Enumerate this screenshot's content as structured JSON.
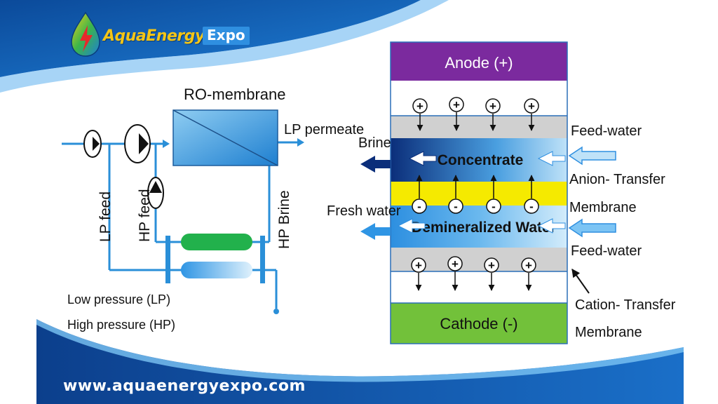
{
  "brand": {
    "name": "AquaEnergy",
    "sub": "Expo"
  },
  "footer": {
    "url": "www.aquaenergyexpo.com"
  },
  "ro": {
    "membrane": "RO-membrane",
    "lp_permeate": "LP permeate",
    "lp_feed": "LP feed",
    "hp_feed": "HP feed",
    "hp_brine": "HP Brine",
    "legend_lp": "Low pressure (LP)",
    "legend_hp": "High pressure (HP)"
  },
  "ed": {
    "anode": "Anode (+)",
    "cathode": "Cathode (-)",
    "concentrate": "Concentrate",
    "demineralized": "Demineralized Water",
    "brine": "Brine",
    "fresh_water": "Fresh water",
    "feed_water_top": "Feed-water",
    "feed_water_bottom": "Feed-water",
    "anion_line1": "Anion- Transfer",
    "anion_line2": "Membrane",
    "cation_line1": "Cation- Transfer",
    "cation_line2": "Membrane",
    "plus": "+",
    "minus": "-"
  },
  "colors": {
    "anode": "#7b2a9e",
    "cathode": "#72c13a",
    "anion_membrane": "#f5ea00",
    "gray_membrane": "#d0d0d0",
    "flow_blue": "#2f8fe0"
  }
}
